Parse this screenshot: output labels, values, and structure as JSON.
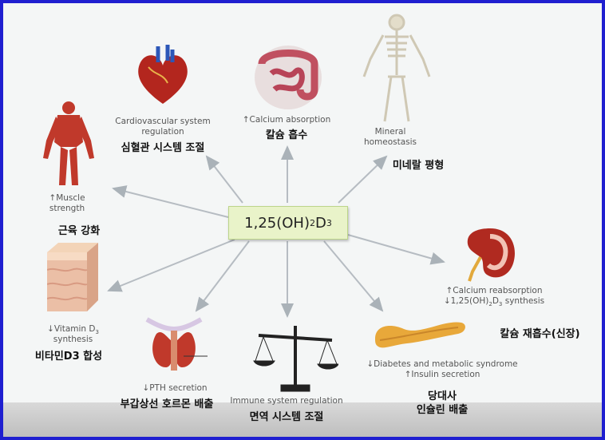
{
  "center": {
    "prefix": "1,25(OH)",
    "sub1": "2",
    "mid": "D",
    "sub2": "3"
  },
  "nodes": {
    "cardio": {
      "en1": "Cardiovascular system",
      "en2": "regulation",
      "ko": "심혈관 시스템 조절"
    },
    "calcium_abs": {
      "en": "↑Calcium absorption",
      "ko": "칼슘 흡수"
    },
    "mineral": {
      "en1": "Mineral",
      "en2": "homeostasis",
      "ko": "미네랄 평형"
    },
    "muscle": {
      "en1": "↑Muscle",
      "en2": "strength",
      "ko": "근육 강화"
    },
    "kidney": {
      "en1": "↑Calcium reabsorption",
      "en2_prefix": "↓1,25(OH)",
      "en2_sub1": "2",
      "en2_mid": "D",
      "en2_sub2": "3",
      "en2_suffix": " synthesis",
      "ko": "칼슘 재흡수(신장)"
    },
    "vitd": {
      "en1_prefix": "↓Vitamin D",
      "en1_sub": "3",
      "en2": "synthesis",
      "ko": "비타민D3 합성"
    },
    "pth": {
      "en": "↓PTH secretion",
      "ko": "부갑상선 호르몬 배출"
    },
    "immune": {
      "en": "Immune system regulation",
      "ko": "면역 시스템 조절"
    },
    "diabetes": {
      "en1": "↓Diabetes and metabolic syndrome",
      "en2": "↑Insulin secretion",
      "ko1": "당대사",
      "ko2": "인슐린 배출"
    }
  },
  "icons": [
    "heart-icon",
    "intestine-icon",
    "skeleton-icon",
    "muscle-figure-icon",
    "kidney-icon",
    "skin-icon",
    "thyroid-icon",
    "scale-icon",
    "pancreas-icon"
  ]
}
